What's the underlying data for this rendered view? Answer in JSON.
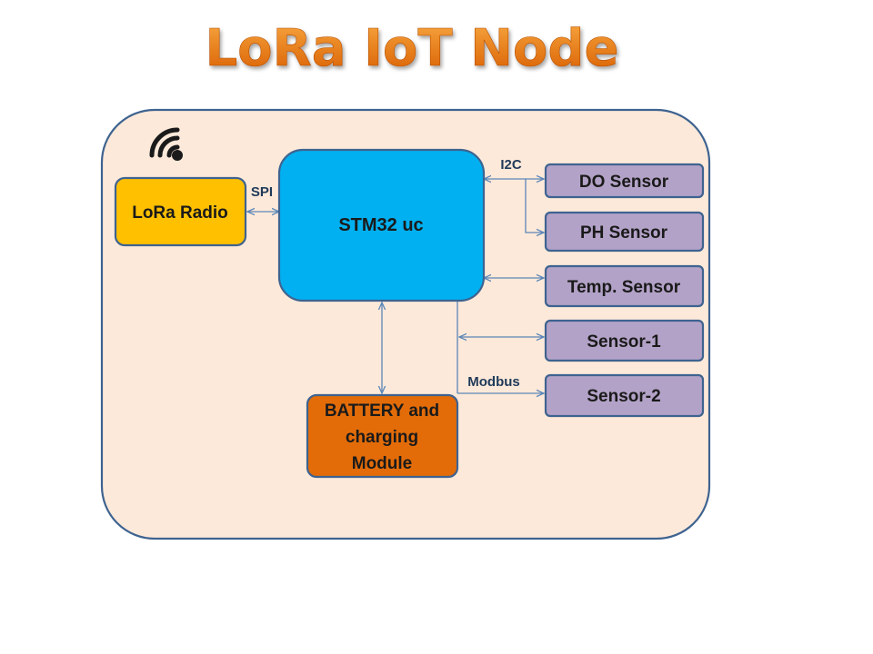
{
  "title": "LoRa IoT Node",
  "colors": {
    "title_top": "#f5a13a",
    "title_bottom": "#d55a00",
    "node_fill": "#fde9d9",
    "node_border": "#3e6390",
    "mcu_fill": "#00b0f0",
    "radio_fill": "#ffc000",
    "battery_fill": "#e36c09",
    "sensor_fill": "#b3a2c7",
    "connector": "#5b86b8"
  },
  "wifi_icon": "wireless-signal-icon",
  "blocks": {
    "mcu": "STM32 uc",
    "radio": "LoRa Radio",
    "battery": [
      "BATTERY and",
      "charging",
      "Module"
    ]
  },
  "sensors": {
    "do": "DO Sensor",
    "ph": "PH Sensor",
    "temp": "Temp. Sensor",
    "s1": "Sensor-1",
    "s2": "Sensor-2"
  },
  "buses": {
    "spi": "SPI",
    "i2c": "I2C",
    "modbus": "Modbus"
  }
}
